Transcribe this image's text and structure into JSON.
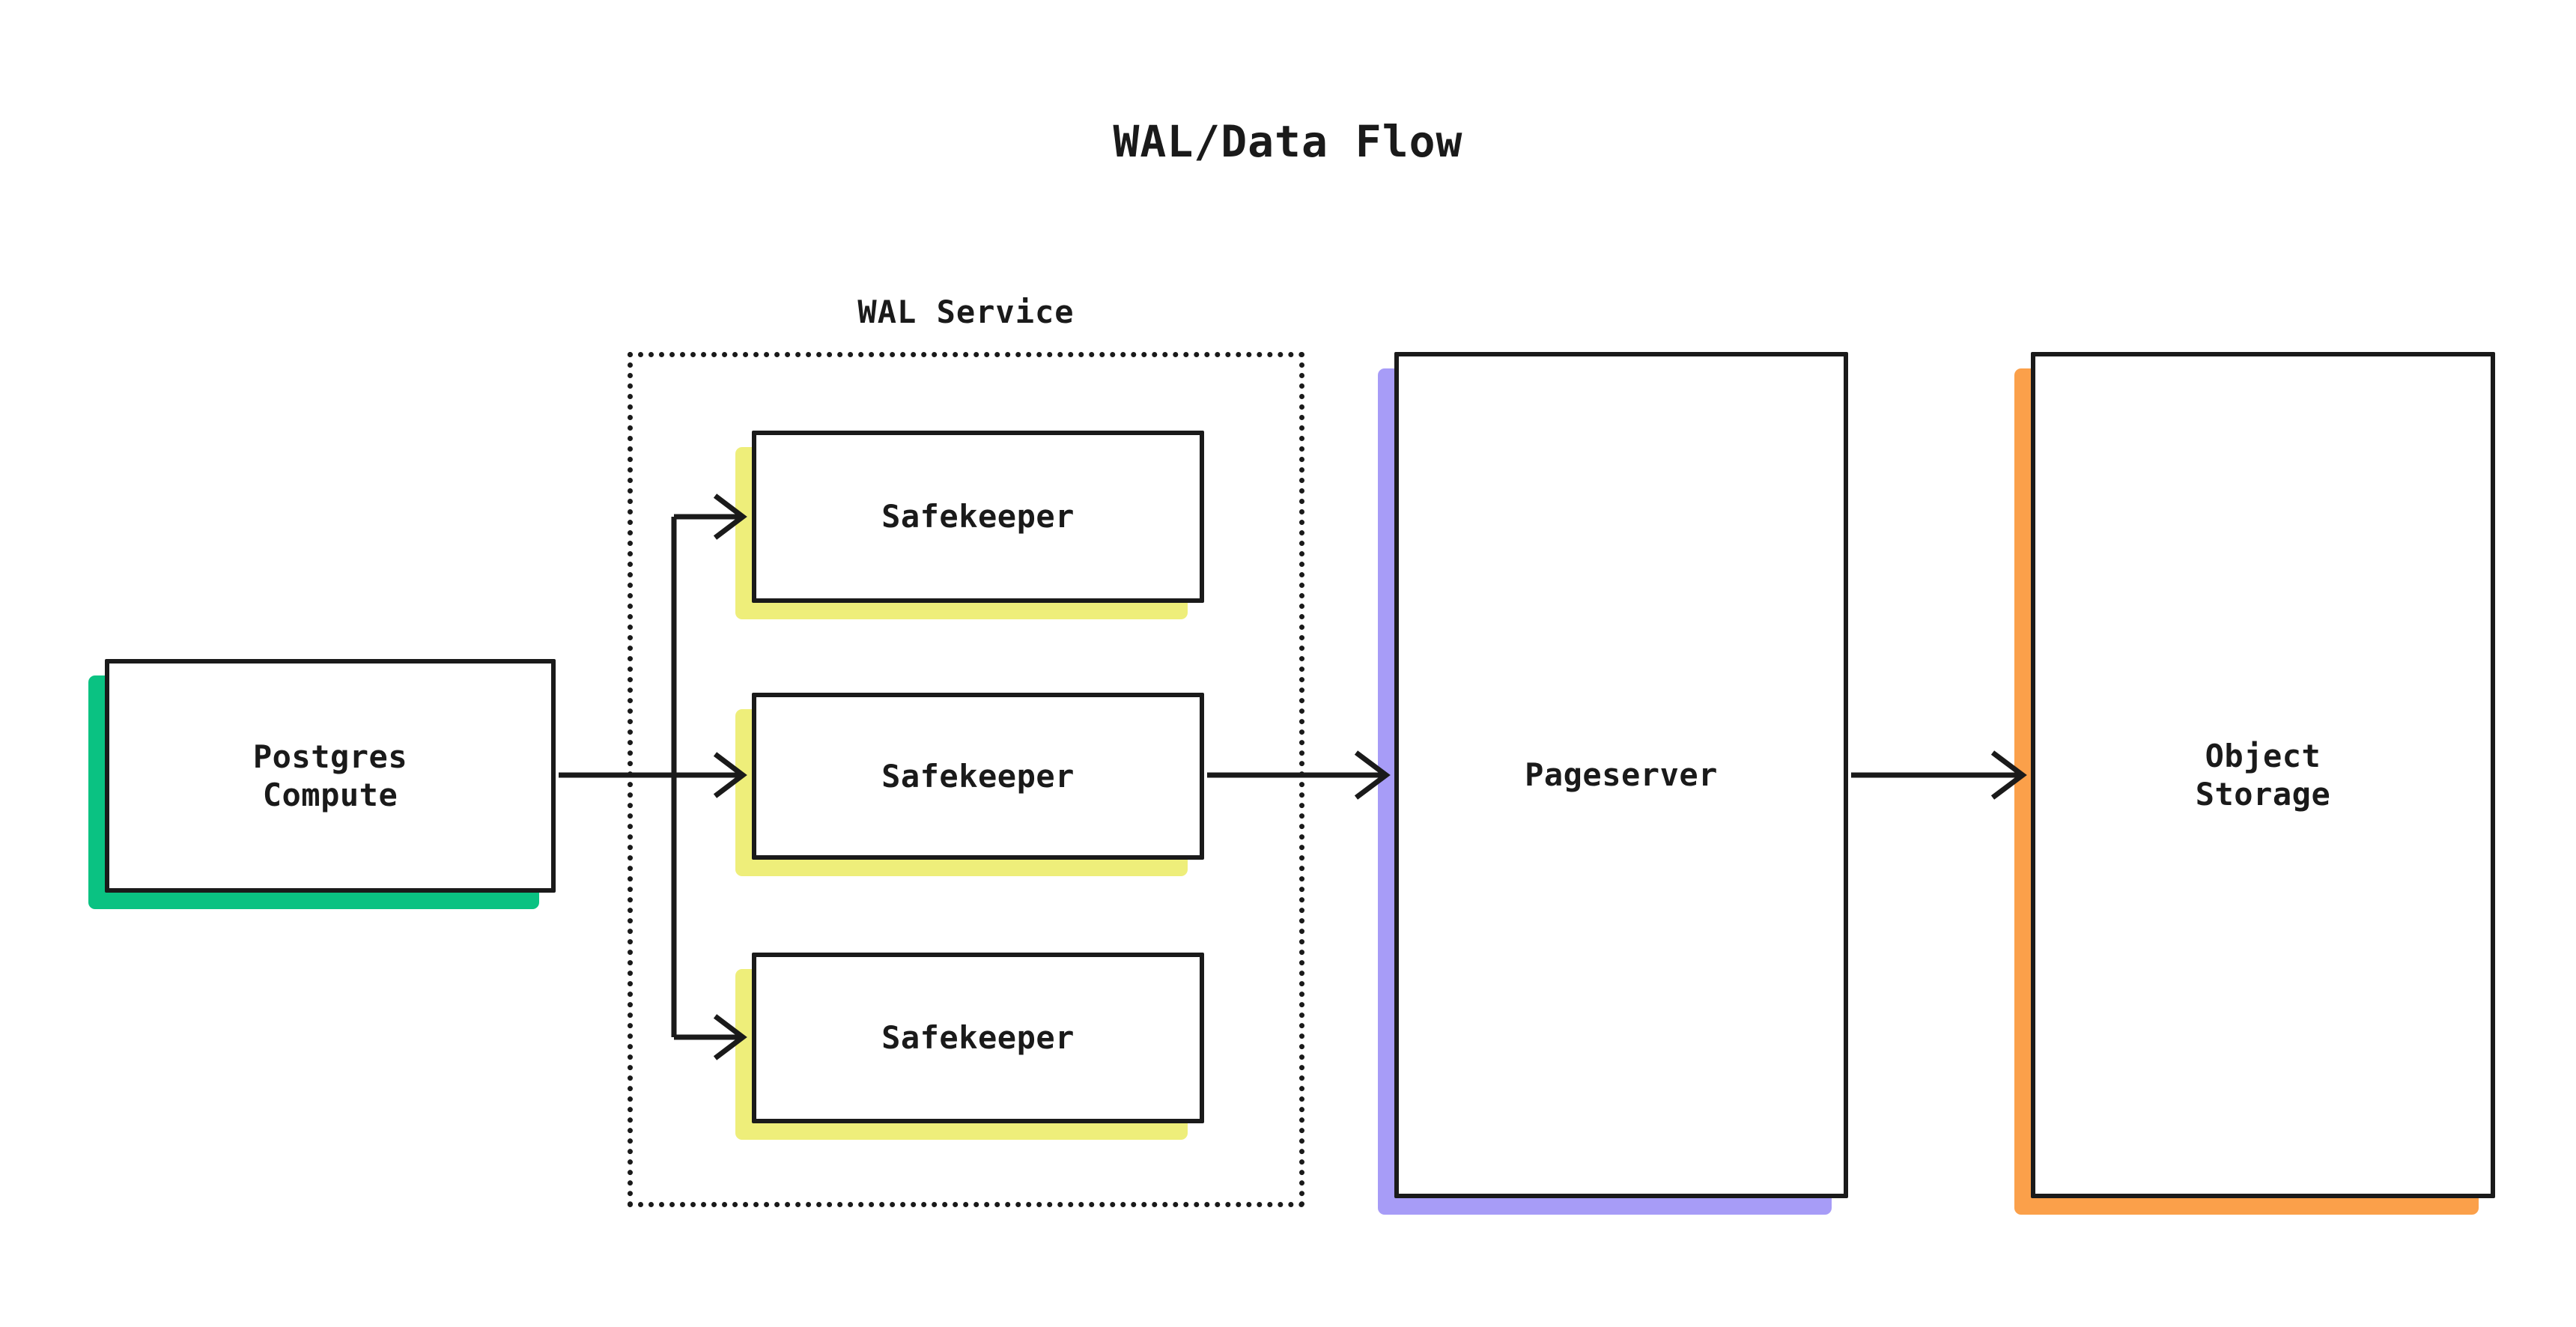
{
  "diagram": {
    "title": "WAL/Data Flow",
    "background_color": "#ffffff",
    "stroke_color": "#1a1a1a"
  },
  "group": {
    "label": "WAL Service",
    "border_style": "dotted"
  },
  "nodes": [
    {
      "id": "postgres",
      "label": "Postgres\nCompute",
      "accent_color": "#0ac282",
      "accent_name": "green"
    },
    {
      "id": "safekeeper-1",
      "label": "Safekeeper",
      "accent_color": "#eeee7a",
      "accent_name": "yellow"
    },
    {
      "id": "safekeeper-2",
      "label": "Safekeeper",
      "accent_color": "#eeee7a",
      "accent_name": "yellow"
    },
    {
      "id": "safekeeper-3",
      "label": "Safekeeper",
      "accent_color": "#eeee7a",
      "accent_name": "yellow"
    },
    {
      "id": "pageserver",
      "label": "Pageserver",
      "accent_color": "#a79cf7",
      "accent_name": "purple"
    },
    {
      "id": "object-storage",
      "label": "Object\nStorage",
      "accent_color": "#fba04a",
      "accent_name": "orange"
    }
  ],
  "edges": [
    {
      "id": "postgres-to-safekeepers",
      "from": "postgres",
      "to": "safekeeper-1",
      "arrowhead": "open-chevron"
    },
    {
      "id": "postgres-to-safekeeper-2",
      "from": "postgres",
      "to": "safekeeper-2",
      "arrowhead": "open-chevron"
    },
    {
      "id": "postgres-to-safekeeper-3",
      "from": "postgres",
      "to": "safekeeper-3",
      "arrowhead": "open-chevron"
    },
    {
      "id": "safekeeper-to-pageserver",
      "from": "safekeeper-2",
      "to": "pageserver",
      "arrowhead": "open-chevron"
    },
    {
      "id": "pageserver-to-object-storage",
      "from": "pageserver",
      "to": "object-storage",
      "arrowhead": "open-chevron"
    }
  ]
}
